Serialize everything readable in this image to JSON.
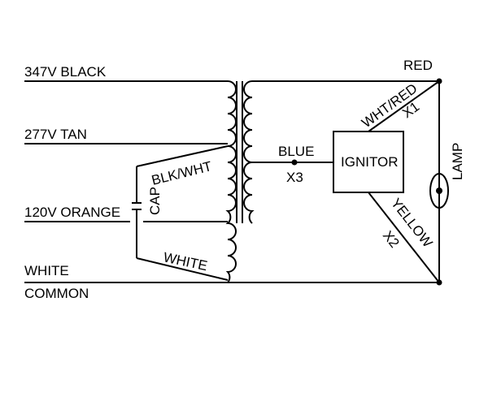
{
  "labels": {
    "v347": "347V BLACK",
    "v277": "277V TAN",
    "v120": "120V ORANGE",
    "white": "WHITE",
    "common": "COMMON",
    "red": "RED",
    "blue": "BLUE",
    "x3": "X3",
    "ignitor": "IGNITOR",
    "lamp": "LAMP",
    "wht_red": "WHT/RED",
    "x1": "X1",
    "yellow": "YELLOW",
    "x2": "X2",
    "blk_wht": "BLK/WHT",
    "cap": "CAP",
    "white_wire": "WHITE"
  }
}
